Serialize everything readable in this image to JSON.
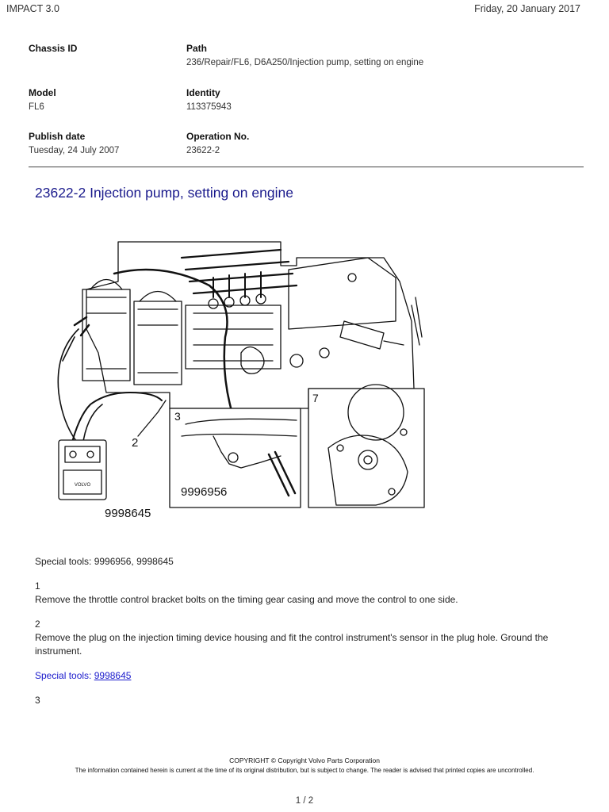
{
  "header": {
    "app_title": "IMPACT 3.0",
    "date": "Friday, 20 January 2017"
  },
  "meta": {
    "chassis_id_label": "Chassis ID",
    "path_label": "Path",
    "path_value": "236/Repair/FL6, D6A250/Injection pump, setting on engine",
    "model_label": "Model",
    "model_value": "FL6",
    "identity_label": "Identity",
    "identity_value": "113375943",
    "publish_date_label": "Publish date",
    "publish_date_value": "Tuesday, 24 July 2007",
    "operation_label": "Operation No.",
    "operation_value": "23622-2"
  },
  "title": "23622-2 Injection pump, setting on engine",
  "figure": {
    "callout_2": "2",
    "callout_3": "3",
    "callout_7": "7",
    "tool_a": "9998645",
    "tool_b": "9996956",
    "instrument_brand": "VOLVO"
  },
  "body": {
    "special_tools": "Special tools: 9996956, 9998645",
    "step1_num": "1",
    "step1_text": "Remove the throttle control bracket bolts on the timing gear casing and move the control to one side.",
    "step2_num": "2",
    "step2_text": "Remove the plug on the injection timing device housing and fit the control instrument's sensor in the plug hole. Ground the instrument.",
    "special_tools_label": "Special tools:",
    "special_tools_link": "9998645",
    "step3_num": "3"
  },
  "footer": {
    "copyright": "COPYRIGHT © Copyright Volvo Parts Corporation",
    "disclaimer": "The information contained herein is current at the time of its original distribution, but is subject to change. The reader is advised that printed copies are uncontrolled."
  },
  "page": {
    "number": "1 / 2"
  }
}
